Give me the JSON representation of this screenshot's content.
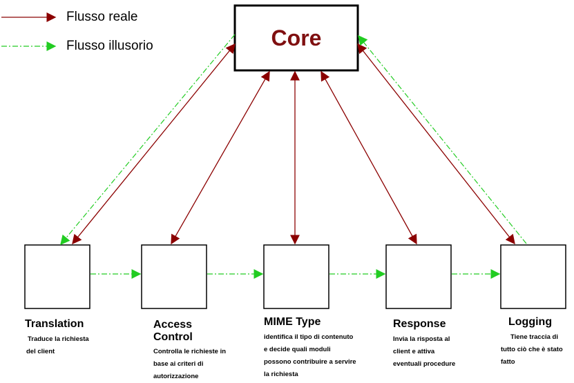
{
  "legend": {
    "real_label": "Flusso reale",
    "illusory_label": "Flusso illusorio",
    "real_color": "#8b0000",
    "illusory_color": "#22cc22"
  },
  "core": {
    "label": "Core",
    "color": "#7f0f10"
  },
  "modules": [
    {
      "title": "Translation",
      "desc": [
        "Traduce la richiesta",
        "del client"
      ]
    },
    {
      "title": "Access Control",
      "title_lines": [
        "Access",
        "Control"
      ],
      "desc": [
        "Controlla le richieste in",
        "base ai criteri di",
        "autorizzazione"
      ]
    },
    {
      "title": "MIME Type",
      "desc": [
        "identifica il tipo di contenuto",
        "e decide quali moduli",
        "possono contribuire a servire",
        "la richiesta"
      ]
    },
    {
      "title": "Response",
      "desc": [
        "Invia la risposta al",
        "client e attiva",
        "eventuali procedure"
      ]
    },
    {
      "title": "Logging",
      "desc": [
        "Tiene traccia di",
        "tutto ciò che è stato",
        "fatto"
      ]
    }
  ]
}
